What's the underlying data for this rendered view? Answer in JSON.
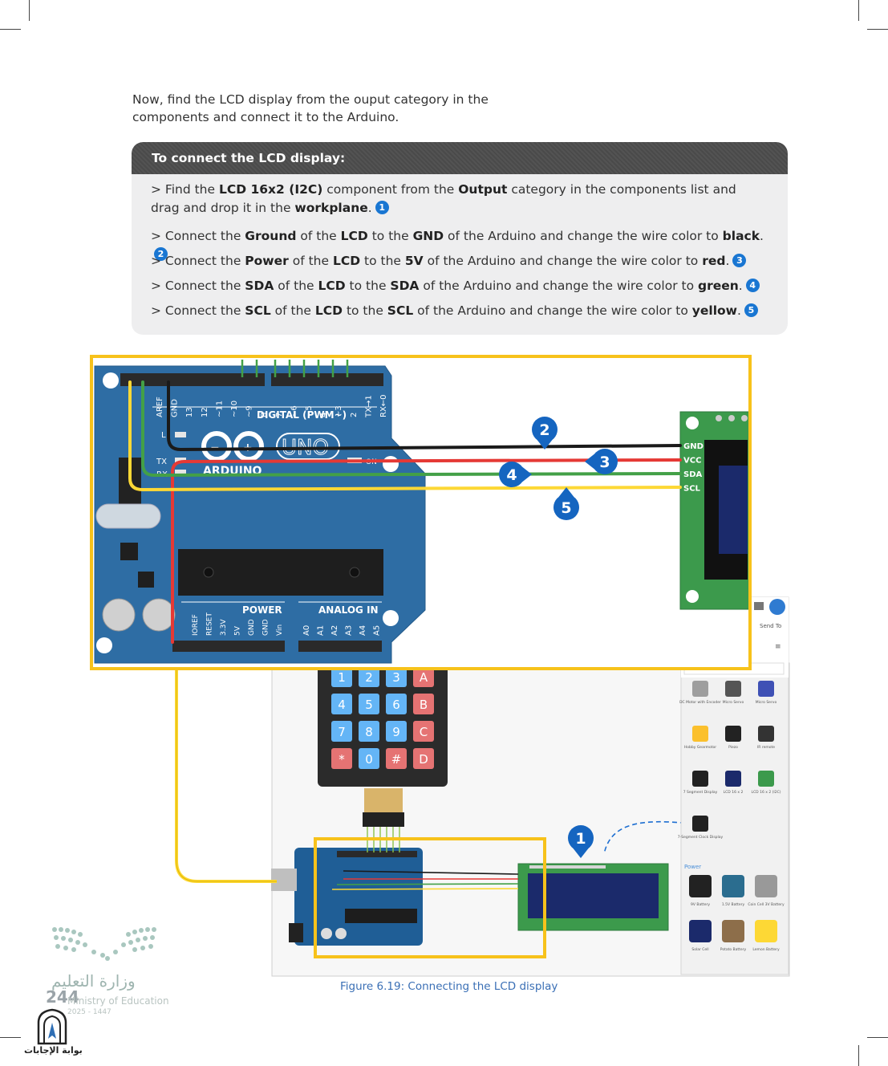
{
  "intro": {
    "line1": "Now, find the LCD display from the ouput category in the",
    "line2": "components and connect it to the Arduino."
  },
  "box": {
    "title": "To connect the LCD display:",
    "steps": [
      {
        "segments": [
          {
            "t": "> Find the ",
            "b": false
          },
          {
            "t": "LCD 16x2 (I2C)",
            "b": true
          },
          {
            "t": " component from the ",
            "b": false
          },
          {
            "t": "Output",
            "b": true
          },
          {
            "t": " category in the components list and drag and drop it in the ",
            "b": false
          },
          {
            "t": "workplane",
            "b": true
          },
          {
            "t": ".",
            "b": false
          }
        ],
        "num": "1"
      },
      {
        "segments": [
          {
            "t": "> Connect the ",
            "b": false
          },
          {
            "t": "Ground",
            "b": true
          },
          {
            "t": " of the ",
            "b": false
          },
          {
            "t": "LCD",
            "b": true
          },
          {
            "t": " to the ",
            "b": false
          },
          {
            "t": "GND",
            "b": true
          },
          {
            "t": " of the Arduino and change the wire color to ",
            "b": false
          },
          {
            "t": "black",
            "b": true
          },
          {
            "t": ".",
            "b": false
          }
        ],
        "num": "2"
      },
      {
        "segments": [
          {
            "t": "> Connect the ",
            "b": false
          },
          {
            "t": "Power",
            "b": true
          },
          {
            "t": " of the ",
            "b": false
          },
          {
            "t": "LCD",
            "b": true
          },
          {
            "t": " to the ",
            "b": false
          },
          {
            "t": "5V",
            "b": true
          },
          {
            "t": " of the Arduino and change the wire color to ",
            "b": false
          },
          {
            "t": "red",
            "b": true
          },
          {
            "t": ".",
            "b": false
          }
        ],
        "num": "3"
      },
      {
        "segments": [
          {
            "t": "> Connect the ",
            "b": false
          },
          {
            "t": "SDA",
            "b": true
          },
          {
            "t": " of the ",
            "b": false
          },
          {
            "t": "LCD",
            "b": true
          },
          {
            "t": " to the ",
            "b": false
          },
          {
            "t": "SDA",
            "b": true
          },
          {
            "t": " of the Arduino and change the wire color to ",
            "b": false
          },
          {
            "t": "green",
            "b": true
          },
          {
            "t": ".",
            "b": false
          }
        ],
        "num": "4"
      },
      {
        "segments": [
          {
            "t": "> Connect the ",
            "b": false
          },
          {
            "t": "SCL",
            "b": true
          },
          {
            "t": " of the ",
            "b": false
          },
          {
            "t": "LCD",
            "b": true
          },
          {
            "t": " to the ",
            "b": false
          },
          {
            "t": "SCL",
            "b": true
          },
          {
            "t": " of the Arduino and change the wire color to ",
            "b": false
          },
          {
            "t": "yellow",
            "b": true
          },
          {
            "t": ".",
            "b": false
          }
        ],
        "num": "5"
      }
    ]
  },
  "figure": {
    "caption": "Figure 6.19: Connecting the LCD display",
    "arduino": {
      "brand": "ARDUINO",
      "model": "UNO",
      "digital_label": "DIGITAL (PWM~)",
      "digital_pins": [
        "AREF",
        "GND",
        "13",
        "12",
        "~11",
        "~10",
        "~9",
        "8",
        "7",
        "~6",
        "~5",
        "4",
        "~3",
        "2",
        "TX→1",
        "RX←0"
      ],
      "led_labels": [
        "L",
        "TX",
        "RX"
      ],
      "on_label": "ON",
      "power_label": "POWER",
      "analog_label": "ANALOG IN",
      "power_pins": [
        "IOREF",
        "RESET",
        "3.3V",
        "5V",
        "GND",
        "GND",
        "Vin"
      ],
      "analog_pins": [
        "A0",
        "A1",
        "A2",
        "A3",
        "A4",
        "A5"
      ]
    },
    "lcd_pins": [
      "GND",
      "VCC",
      "SDA",
      "SCL"
    ],
    "callouts": [
      "2",
      "3",
      "4",
      "5",
      "1"
    ],
    "keypad_keys": [
      "1",
      "2",
      "3",
      "A",
      "4",
      "5",
      "6",
      "B",
      "7",
      "8",
      "9",
      "C",
      "*",
      "0",
      "#",
      "D"
    ],
    "panel": {
      "send_to": "Send To",
      "power_label": "Power",
      "items": [
        {
          "label": "DC Motor with Encoder"
        },
        {
          "label": "Micro Servo"
        },
        {
          "label": "Micro Servo"
        },
        {
          "label": "Hobby Gearmotor"
        },
        {
          "label": "Piezo"
        },
        {
          "label": "IR remote"
        },
        {
          "label": "7 Segment Display"
        },
        {
          "label": "LCD 16 x 2"
        },
        {
          "label": "LCD 16 x 2 (I2C)"
        },
        {
          "label": "7-Segment Clock Display"
        }
      ],
      "power_items": [
        {
          "label": "9V Battery"
        },
        {
          "label": "1.5V Battery"
        },
        {
          "label": "Coin Cell 3V Battery"
        },
        {
          "label": "Solar Cell"
        },
        {
          "label": "Potato Battery"
        },
        {
          "label": "Lemon Battery"
        }
      ]
    },
    "wire_colors": {
      "gnd": "#1a1a1a",
      "vcc": "#e53935",
      "sda": "#43a047",
      "scl": "#fdd835",
      "highlight": "#f7c21b",
      "callout": "#1565c0"
    }
  },
  "footer": {
    "page_number": "244",
    "ministry_ar": "وزارة التعليم",
    "ministry_en": "Ministry of Education",
    "year": "2025 - 1447",
    "portal": "بوابة الإجابات"
  }
}
